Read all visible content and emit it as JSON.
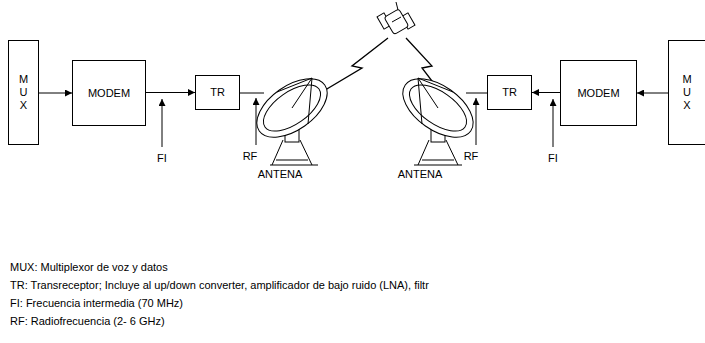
{
  "diagram": {
    "nodes": [
      {
        "text": [
          "M U X"
        ]
      },
      {
        "text": [
          "MODEM"
        ]
      },
      {
        "text": [
          "TR"
        ]
      },
      {
        "text": [
          "TR"
        ]
      },
      {
        "text": [
          "MODEM"
        ]
      },
      {
        "text": [
          "M U X"
        ]
      }
    ],
    "edges": [
      {
        "from": 0,
        "to": 1,
        "arrow": "to"
      },
      {
        "from": 1,
        "to": 2,
        "arrow": "to"
      },
      {
        "from": 5,
        "to": 4,
        "arrow": "to"
      },
      {
        "from": 4,
        "to": 3,
        "arrow": "to"
      }
    ],
    "labels": [
      "FI",
      "RF",
      "ANTENA",
      "ANTENA",
      "RF",
      "FI",
      "MUX: Multiplexor de voz y datos",
      "TR: Transreceptor; Incluye al up/down converter, amplificador de bajo ruido (LNA), filtr",
      "FI: Frecuencia intermedia (70 MHz)",
      "RF: Radiofrecuencia (2- 6 GHz)"
    ]
  }
}
